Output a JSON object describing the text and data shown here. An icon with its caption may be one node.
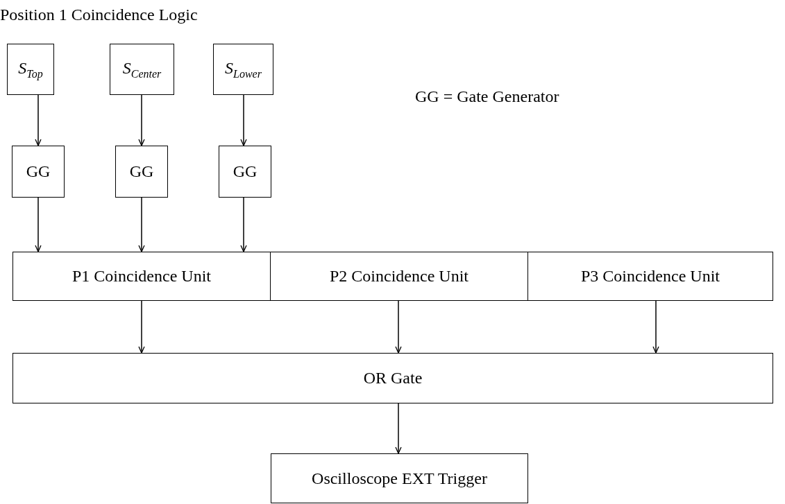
{
  "diagram": {
    "title": "Position 1 Coincidence Logic",
    "nodes": [
      {
        "text": [
          "S$_{Top}$"
        ]
      },
      {
        "text": [
          "S$_{Center}$"
        ]
      },
      {
        "text": [
          "S$_{Lower}$"
        ]
      },
      {
        "text": [
          "GG"
        ]
      },
      {
        "text": [
          "GG"
        ]
      },
      {
        "text": [
          "GG"
        ]
      },
      {
        "text": [
          "P1 Coincidence Unit"
        ]
      },
      {
        "text": [
          "P2 Coincidence Unit"
        ]
      },
      {
        "text": [
          "P3 Coincidence Unit"
        ]
      },
      {
        "text": [
          "OR Gate"
        ]
      },
      {
        "text": [
          "Oscilloscope EXT Trigger"
        ]
      }
    ],
    "edges": [
      {
        "from": 0,
        "to": 3,
        "arrow": "to"
      },
      {
        "from": 1,
        "to": 4,
        "arrow": "to"
      },
      {
        "from": 2,
        "to": 5,
        "arrow": "to"
      },
      {
        "from": 3,
        "to": 6,
        "arrow": "to"
      },
      {
        "from": 4,
        "to": 6,
        "arrow": "to"
      },
      {
        "from": 5,
        "to": 6,
        "arrow": "to"
      },
      {
        "from": 6,
        "to": 9,
        "arrow": "to"
      },
      {
        "from": 7,
        "to": 9,
        "arrow": "to"
      },
      {
        "from": 8,
        "to": 9,
        "arrow": "to"
      },
      {
        "from": 9,
        "to": 10,
        "arrow": "to"
      }
    ],
    "labels": [
      "GG = Gate Generator"
    ]
  }
}
